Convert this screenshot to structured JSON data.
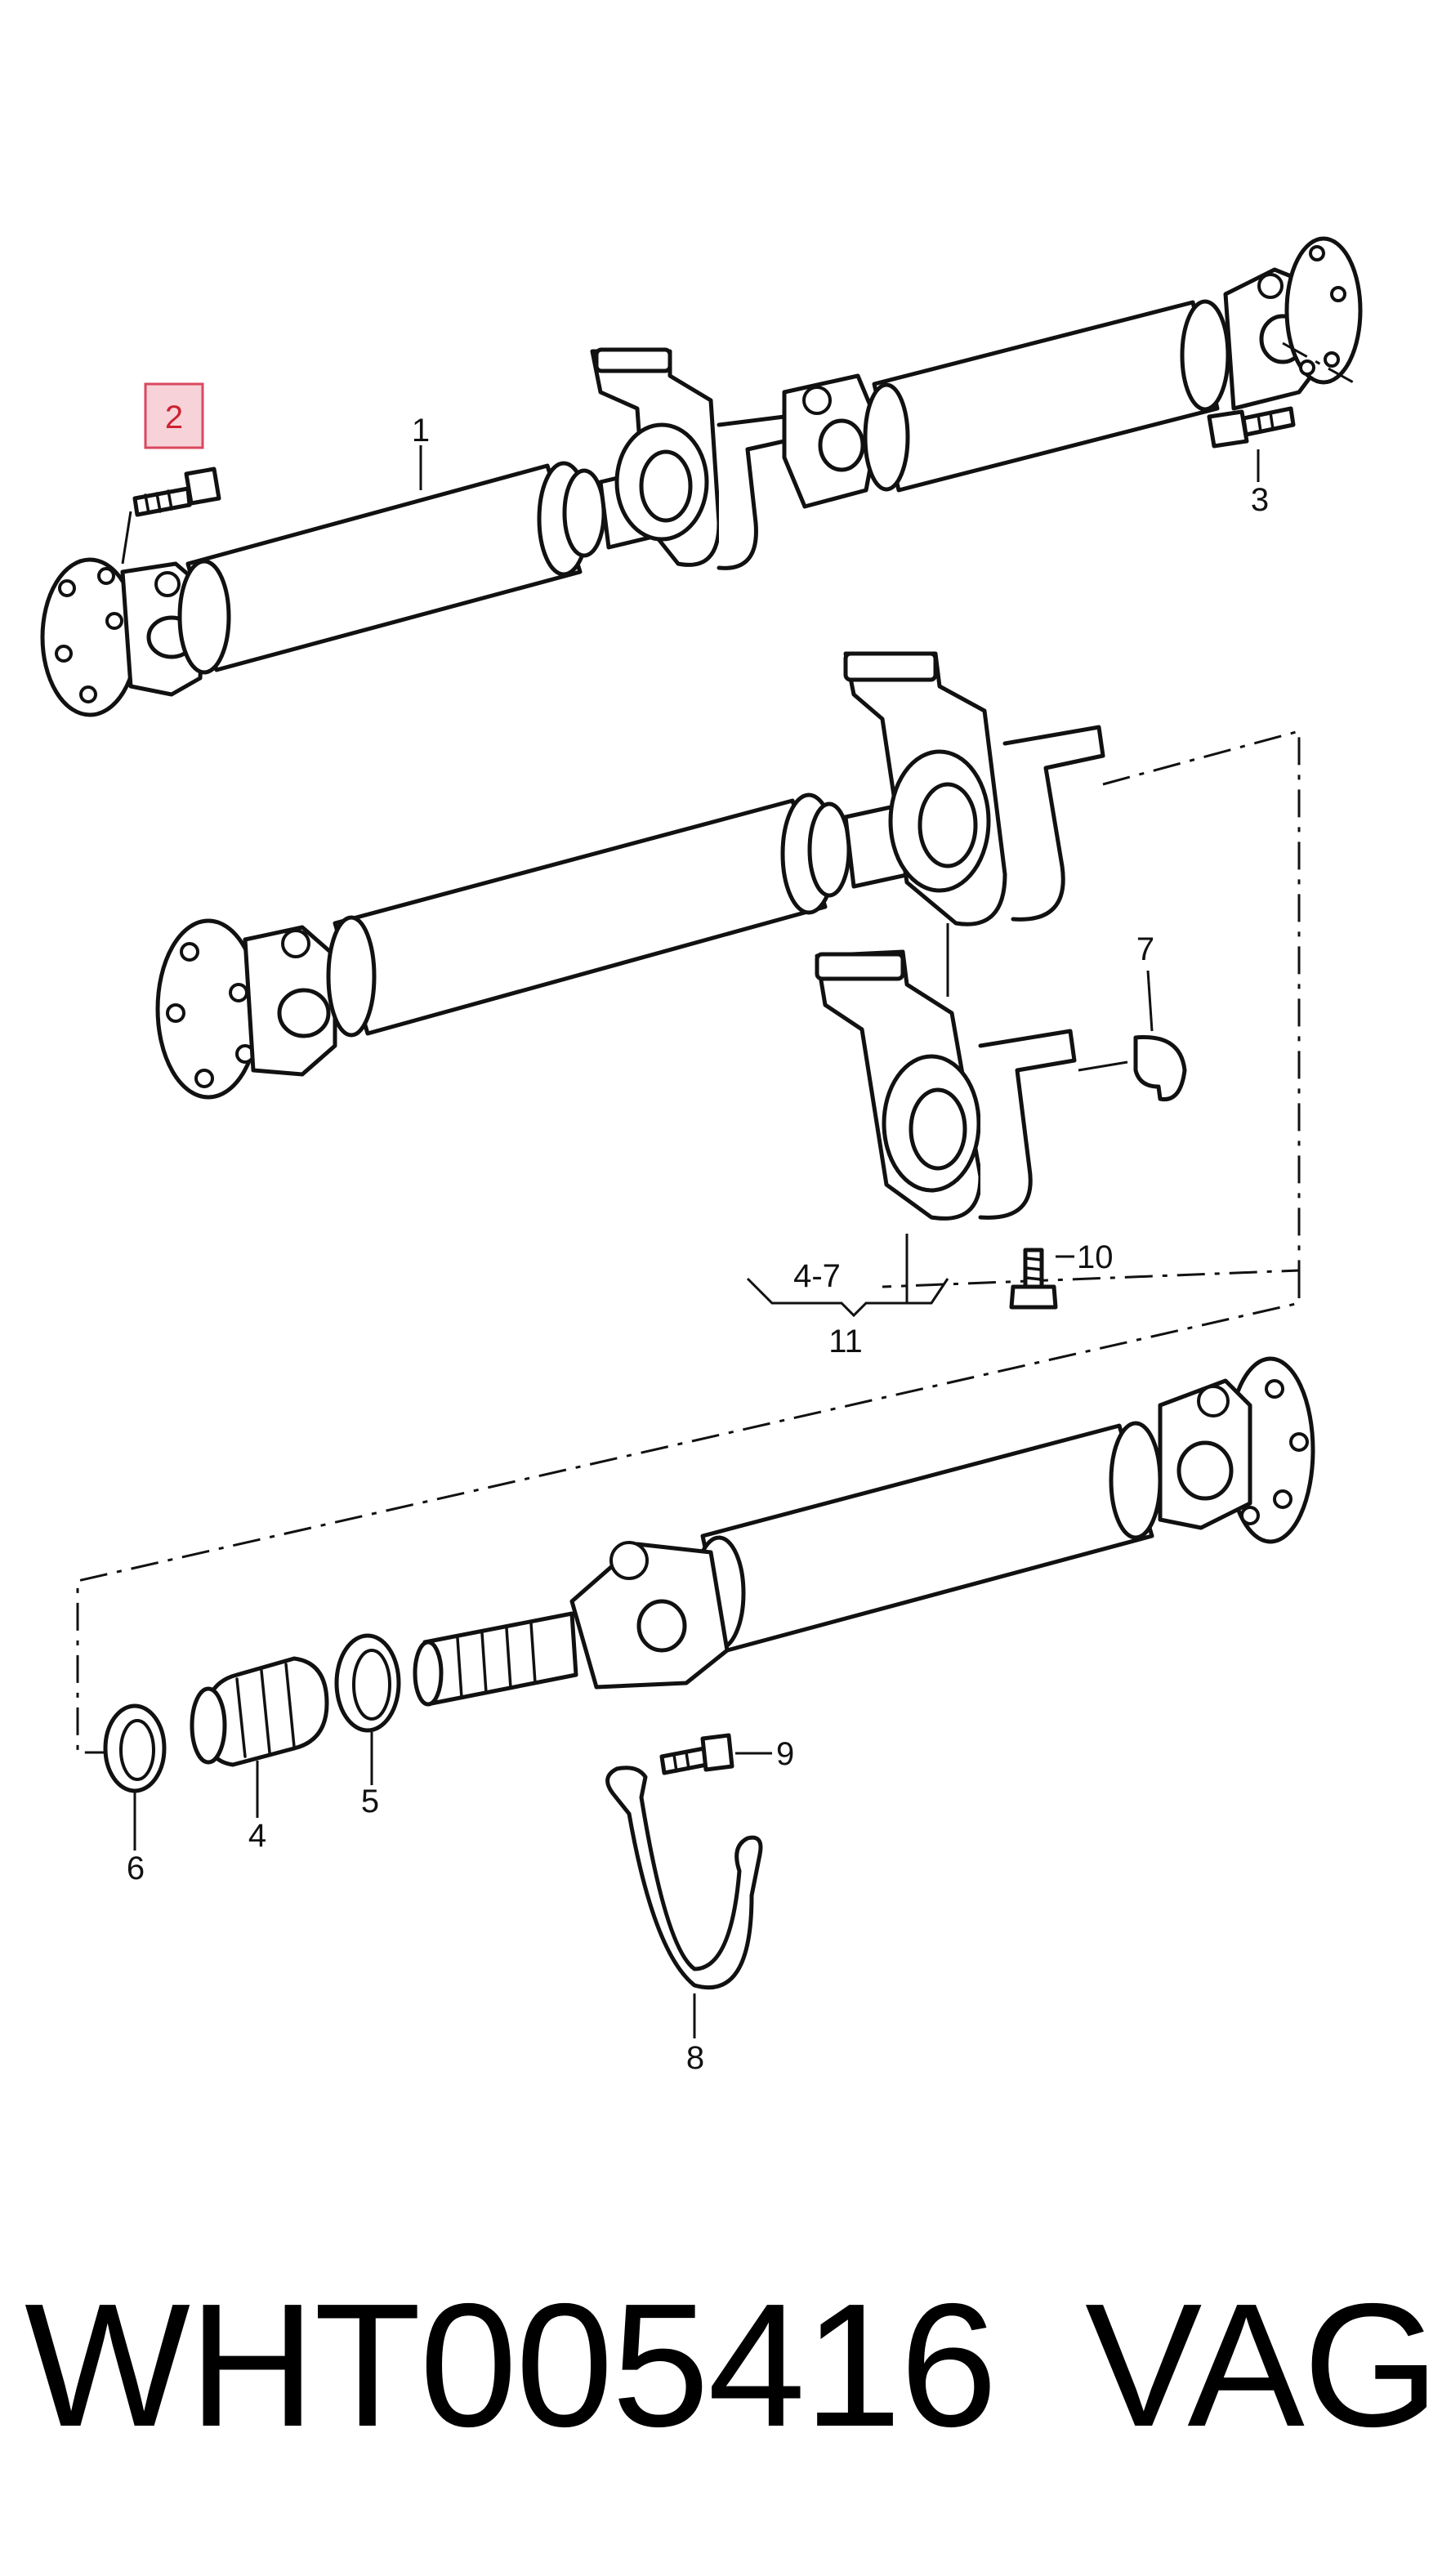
{
  "diagram": {
    "callouts": {
      "c1": "1",
      "c2": "2",
      "c3": "3",
      "c4": "4",
      "c5": "5",
      "c6": "6",
      "c7": "7",
      "c8": "8",
      "c9": "9",
      "c10": "10",
      "c11": "11",
      "c47": "4-7"
    },
    "highlighted_callout": "2",
    "highlight_color": "#d9485f"
  },
  "footer": {
    "part_number": "WHT005416",
    "brand": "VAG"
  }
}
